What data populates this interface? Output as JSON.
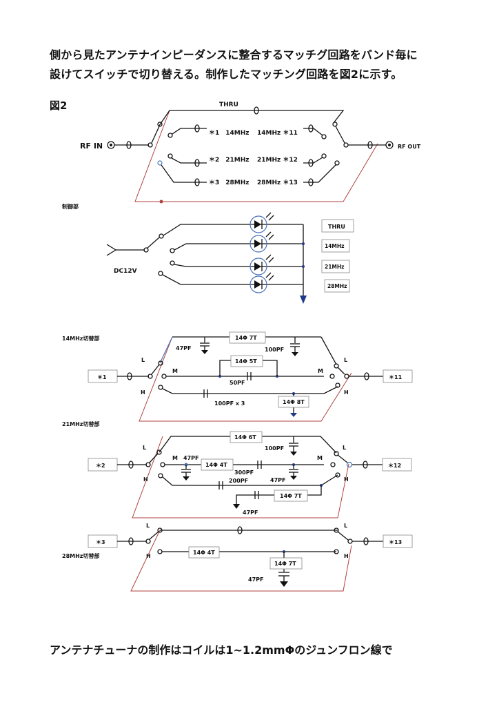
{
  "text": {
    "line1": "側から見たアンテナインピーダンスに整合するマッチグ回路をバンド毎に",
    "line2": "設けてスイッチで切り替える。制作したマッチング回路を図2に示す。",
    "figure": "図2",
    "line3": "アンテナチューナの制作はコイルは1~1.2mmΦのジュンフロン線で"
  },
  "rf": {
    "thru": "THRU",
    "in": "RF IN",
    "out": "RF OUT",
    "r1l": "＊1　14MHz",
    "r1r": "14MHz ＊11",
    "r2l": "＊2　21MHz",
    "r2r": "21MHz ＊12",
    "r3l": "＊3　28MHz",
    "r3r": "28MHz ＊13"
  },
  "control": {
    "title": "制御部",
    "dc": "DC12V",
    "led1": "THRU",
    "led2": "14MHz",
    "led3": "21MHz",
    "led4": "28MHz"
  },
  "s14": {
    "title": "14MHz切替部",
    "coilTop": "14Φ 7T",
    "capLeft": "47PF",
    "capRight": "100PF",
    "coilMid": "14Φ 5T",
    "capMid": "50PF",
    "capBottom": "100PF x 3",
    "coilBottom": "14Φ 8T",
    "inTag": "＊1",
    "outTag": "＊11",
    "L": "L",
    "M": "M",
    "H": "H"
  },
  "s21": {
    "title": "21MHz切替部",
    "coilTop": "14Φ 6T",
    "capTop": "100PF",
    "capMidLeft": "47PF",
    "coilMid": "14Φ 4T",
    "capMidSeries": "300PF",
    "capMidShunt": "47PF",
    "capBottom": "200PF",
    "capShuntBottom": "47PF",
    "coilBottom": "14Φ 7T",
    "inTag": "＊2",
    "outTag": "＊12",
    "L": "L",
    "M": "M",
    "H": "H"
  },
  "s28": {
    "title": "28MHz切替部",
    "coilA": "14Φ 4T",
    "coilB": "14Φ 7T",
    "cap": "47PF",
    "inTag": "＊3",
    "outTag": "＊13",
    "L": "L",
    "H": "H"
  }
}
